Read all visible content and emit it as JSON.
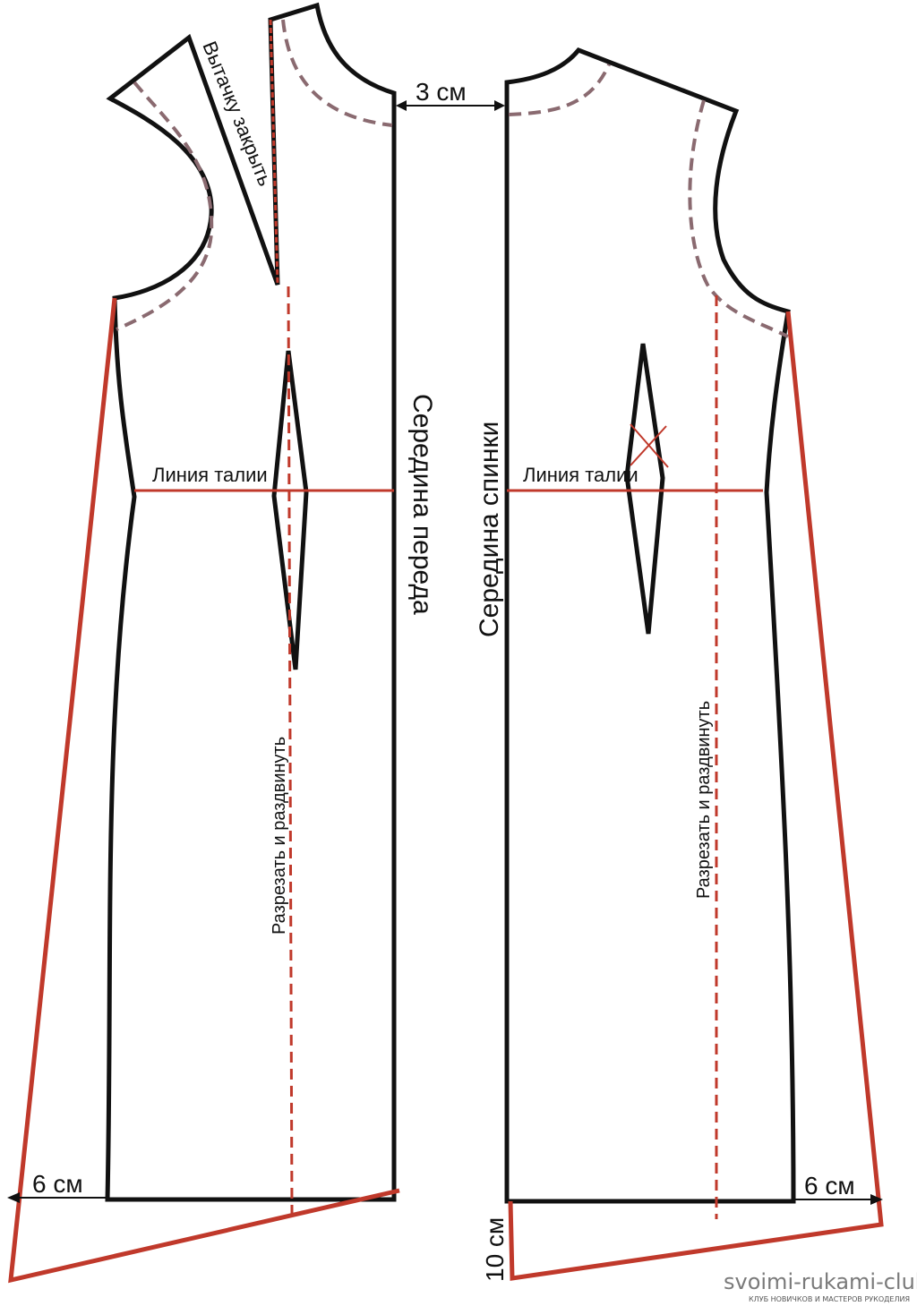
{
  "labels": {
    "dart_close": "Вытачку закрыть",
    "front_center": "Середина переда",
    "back_center": "Середина спинки",
    "waist_front": "Линия талии",
    "waist_back": "Линия талии",
    "cut_spread_front": "Разрезать и раздвинуть",
    "cut_spread_back": "Разрезать и раздвинуть",
    "gap_between": "3 см",
    "hem_ext_front": "6 см",
    "hem_ext_back": "6 см",
    "hem_drop_back": "10 см"
  },
  "watermark": {
    "site": "svoimi-rukami-club.ru",
    "tagline": "КЛУБ НОВИЧКОВ И МАСТЕРОВ РУКОДЕЛИЯ"
  },
  "colors": {
    "outline": "#111111",
    "construction": "#c0392b",
    "facing_dash": "#8a6a70",
    "watermark": "#7a7a7a"
  }
}
